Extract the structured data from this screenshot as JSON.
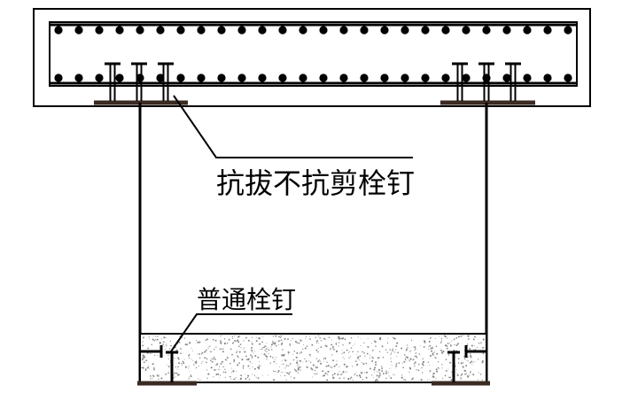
{
  "labels": {
    "anti_pullout_stud": "抗拔不抗剪栓钉",
    "ordinary_stud": "普通栓钉"
  },
  "colors": {
    "line": "#000000",
    "flange": "#3a2a22",
    "concrete_dot": "#888888",
    "background": "#ffffff"
  },
  "counts": {
    "rebar_per_row": 26,
    "studs_per_group": 3
  }
}
